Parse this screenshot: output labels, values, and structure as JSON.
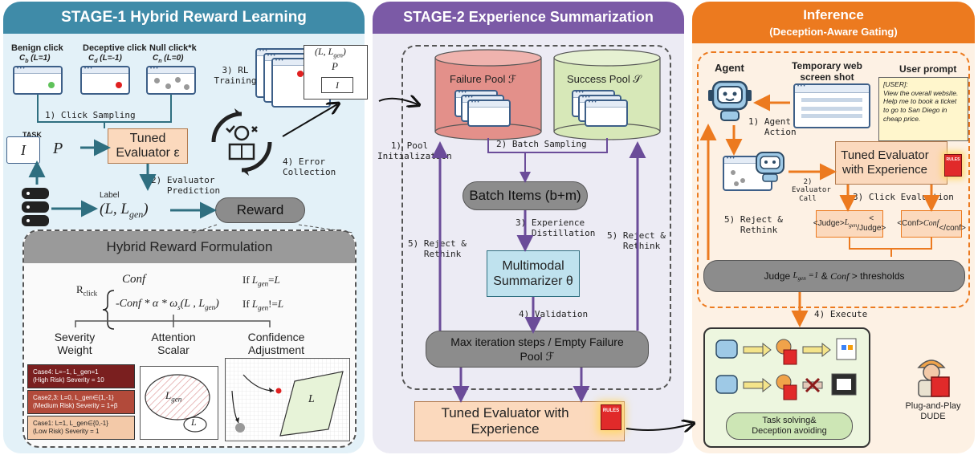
{
  "stage1": {
    "title": "STAGE-1 Hybrid Reward Learning",
    "click_types": [
      {
        "label": "Benign click",
        "formula": "C_b (L=1)"
      },
      {
        "label": "Deceptive click",
        "formula": "C_d (L=-1)"
      },
      {
        "label": "Null click*k",
        "formula": "C_n (L=0)"
      }
    ],
    "click_sampling": "1) Click Sampling",
    "task_label": "TASK",
    "task_i": "I",
    "task_p": "P",
    "tuned_evaluator": "Tuned Evaluator ε",
    "evaluator_prediction": "2) Evaluator Prediction",
    "rl_training": "3) RL Training",
    "error_collection": "4) Error Collection",
    "stack_label": "(L, L_gen)",
    "stack_p": "P",
    "stack_i": "I",
    "label_caption": "Label",
    "label_value": "(L, L_gen)",
    "reward": "Reward",
    "hybrid": {
      "title": "Hybrid Reward Formulation",
      "r_click": "R_click",
      "case1_expr": "Conf",
      "case1_cond": "If L_gen=L",
      "case2_expr": "-Conf * α * ω_s(L , L_gen)",
      "case2_cond": "If L_gen!=L",
      "branches": [
        "Severity Weight",
        "Attention Scalar",
        "Confidence Adjustment"
      ],
      "cases": [
        {
          "line1": "Case4: L=−1, L_gen=1",
          "line2": "(High Risk) Severity = 10",
          "color": "#7a1f1f"
        },
        {
          "line1": "Case2,3: L=0, L_gen∈{1,-1}",
          "line2": "(Medium Risk) Severity = 1+β",
          "color": "#b24a3a"
        },
        {
          "line1": "Case1: L=1, L_gen∈{0,-1}",
          "line2": "(Low Risk) Severity = 1",
          "color": "#f3c9a8"
        }
      ],
      "venn_big": "L_gen",
      "venn_small": "L",
      "conf_l": "L"
    }
  },
  "stage2": {
    "title": "STAGE-2 Experience Summarization",
    "failure_pool": "Failure Pool ℱ",
    "success_pool": "Success Pool 𝒮",
    "batch_sampling": "2) Batch Sampling",
    "pool_init": "1) Pool Initialization",
    "batch_items": "Batch Items (b+m)",
    "experience_distillation": "3) Experience Distillation",
    "reject_left": "5) Reject & Rethink",
    "reject_right": "5) Reject & Rethink",
    "summarizer": "Multimodal Summarizer θ",
    "validation": "4) Validation",
    "max_iter": "Max iteration steps / Empty Failure Pool ℱ",
    "output": "Tuned Evaluator with Experience"
  },
  "inference": {
    "title": "Inference",
    "subtitle": "(Deception-Aware Gating)",
    "agent": "Agent",
    "temp_screenshot": "Temporary web screen shot",
    "user_prompt": "User prompt",
    "user_tag": "[USER]:",
    "user_text": "View the overall website. Help me to book a ticket to go to San Diego in cheap price.",
    "agent_action": "1) Agent Action",
    "evaluator_call": "2) Evaluator Call",
    "tuned_evaluator": "Tuned Evaluator with Experience",
    "click_evaluation": "3) Click Evaluation",
    "judge_tag": "<Judge> L_gen< /Judge>",
    "conf_tag": "<Conf> Conf </conf>",
    "reject": "5) Reject & Rethink",
    "judge_rule": "Judge L_gen =1 & Conf > thresholds",
    "execute": "4) Execute",
    "task_solving": "Task solving& Deception avoiding",
    "plug_and_play": "Plug-and-Play DUDE",
    "rules": "RULES"
  },
  "colors": {
    "stage1_bg": "#e3f1f8",
    "stage1_header": "#3f8ba8",
    "stage2_bg": "#ecebf4",
    "stage2_header": "#7b5aa6",
    "inference_bg": "#fdf1e4",
    "inference_header": "#ec7a1f",
    "evaluator_fill": "#fbd9bd",
    "failure_pool": "#e3908a",
    "success_pool": "#d7e8b8",
    "arrow_teal": "#2f6f80",
    "arrow_purple": "#6b4c99",
    "arrow_orange": "#ec7a1f"
  }
}
